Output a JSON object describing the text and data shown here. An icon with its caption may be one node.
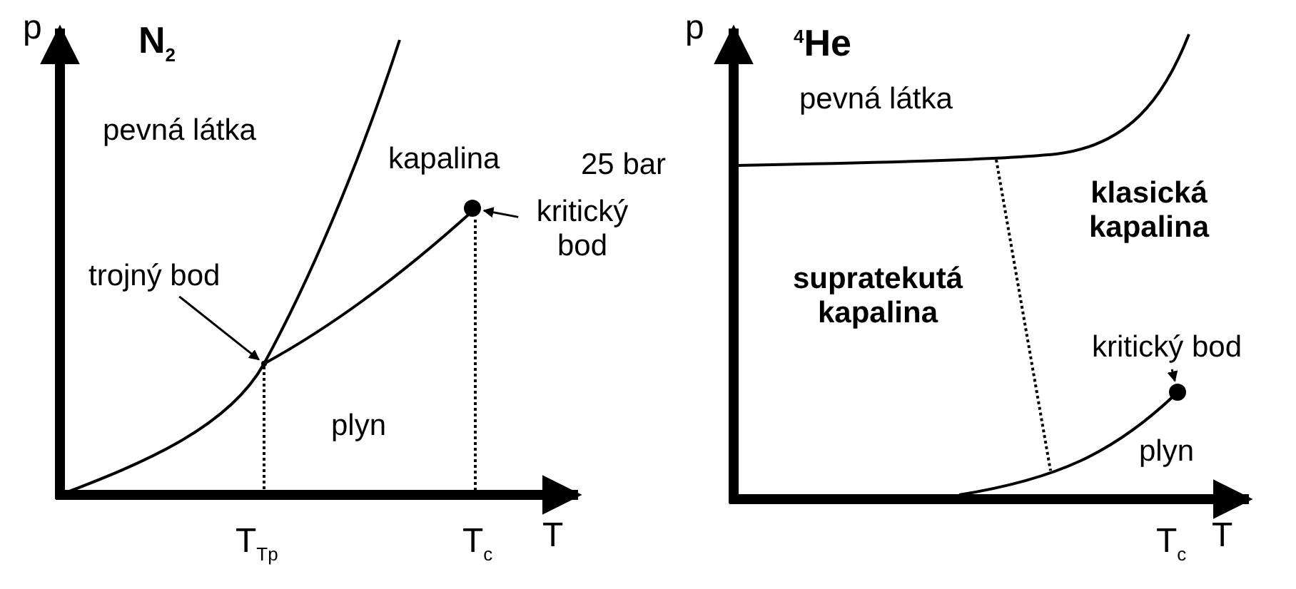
{
  "diagram": {
    "nodes": [
      {
        "text": [
          "trojný bod"
        ]
      },
      {
        "text": [],
        "shape": "point"
      },
      {
        "text": [
          "kritický bod"
        ]
      },
      {
        "text": [],
        "shape": "circle"
      },
      {
        "text": [
          "kritický bod"
        ]
      },
      {
        "text": [],
        "shape": "circle"
      }
    ],
    "edges": [
      {
        "from": 0,
        "to": 1,
        "arrow": "to"
      },
      {
        "from": 2,
        "to": 3,
        "arrow": "to"
      },
      {
        "from": 4,
        "to": 5,
        "arrow": "to"
      }
    ],
    "labels": [
      "p",
      "N$_{2}$",
      "pevná látka",
      "kapalina",
      "plyn",
      "T$_{Tp}$",
      "T$_{c}$",
      "T",
      "p",
      "$^{4}$He",
      "pevná látka",
      "25 bar",
      "klasická kapalina",
      "supratekutá kapalina",
      "plyn",
      "T$_{c}$",
      "T"
    ]
  }
}
